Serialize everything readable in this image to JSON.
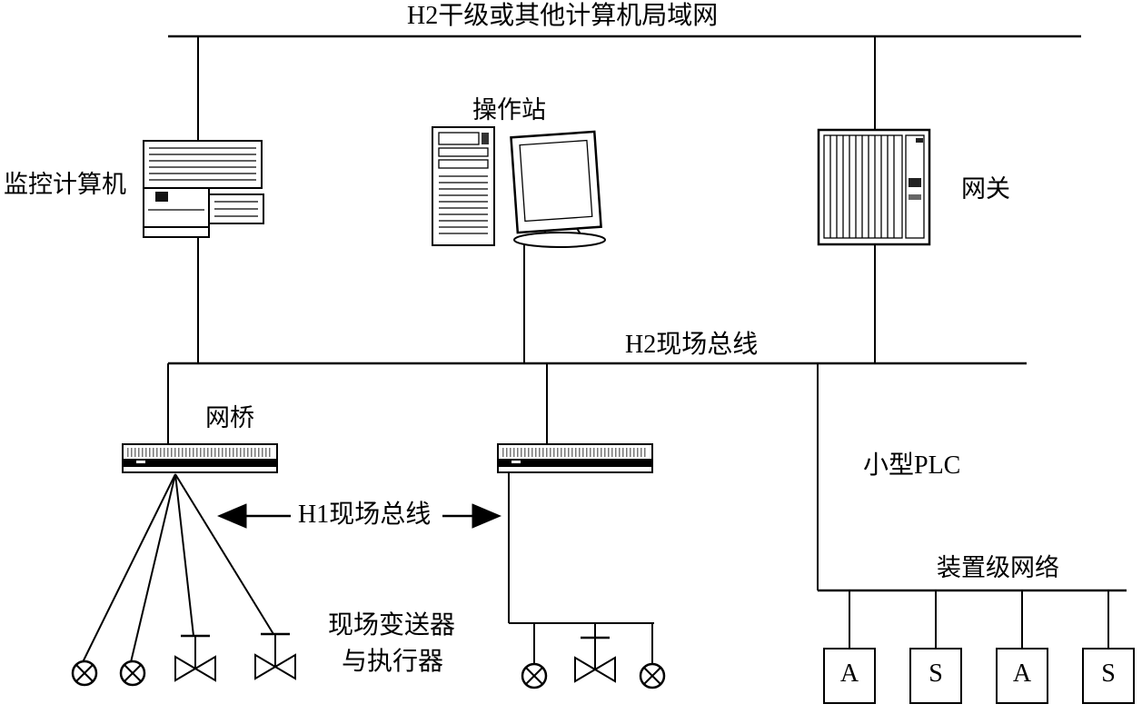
{
  "diagram": {
    "top_lan_label": "H2干级或其他计算机局域网",
    "h2_fieldbus_label": "H2现场总线",
    "h1_fieldbus_label": "H1现场总线",
    "device_network_label": "装置级网络"
  },
  "nodes": {
    "supervisory_computer": "监控计算机",
    "operator_station": "操作站",
    "gateway": "网关",
    "bridge": "网桥",
    "small_plc": "小型PLC",
    "field_devices_caption_line1": "现场变送器",
    "field_devices_caption_line2": "与执行器"
  },
  "io_modules": [
    "A",
    "S",
    "A",
    "S"
  ],
  "colors": {
    "line": "#000000",
    "background": "#ffffff"
  }
}
